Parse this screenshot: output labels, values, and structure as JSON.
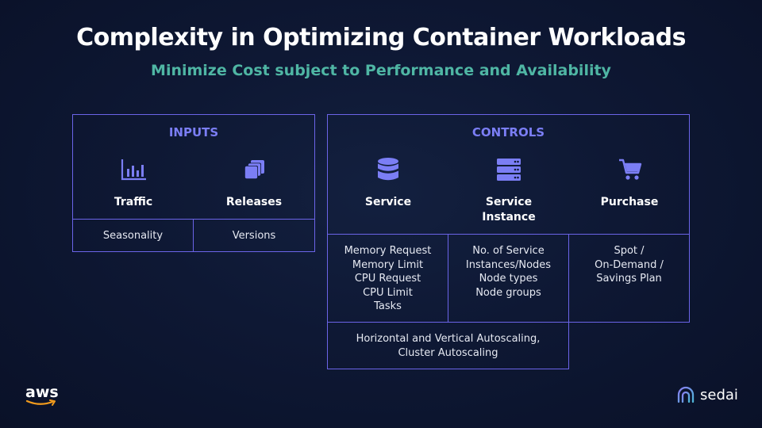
{
  "title": "Complexity in Optimizing Container Workloads",
  "subtitle": "Minimize Cost subject to Performance and Availability",
  "inputs": {
    "heading": "INPUTS",
    "columns": [
      {
        "label": "Traffic",
        "icon": "bar-chart-icon",
        "detail": "Seasonality"
      },
      {
        "label": "Releases",
        "icon": "stacked-cards-icon",
        "detail": "Versions"
      }
    ]
  },
  "controls": {
    "heading": "CONTROLS",
    "columns": [
      {
        "label": "Service",
        "icon": "database-icon",
        "details": [
          "Memory Request",
          "Memory Limit",
          "CPU Request",
          "CPU Limit",
          "Tasks"
        ]
      },
      {
        "label_lines": [
          "Service",
          "Instance"
        ],
        "icon": "server-icon",
        "details": [
          "No. of Service",
          "Instances/Nodes",
          "Node types",
          "Node groups"
        ]
      },
      {
        "label": "Purchase",
        "icon": "shopping-cart-icon",
        "details": [
          "Spot /",
          "On-Demand /",
          "Savings Plan"
        ]
      }
    ],
    "autoscaling": [
      "Horizontal and Vertical Autoscaling,",
      "Cluster Autoscaling"
    ]
  },
  "footer": {
    "left_logo": "aws",
    "right_logo": "sedai"
  },
  "colors": {
    "accent": "#6b64e8",
    "heading": "#7b7ef5",
    "subtitle": "#4fb6a4",
    "background": "#0e1834"
  }
}
